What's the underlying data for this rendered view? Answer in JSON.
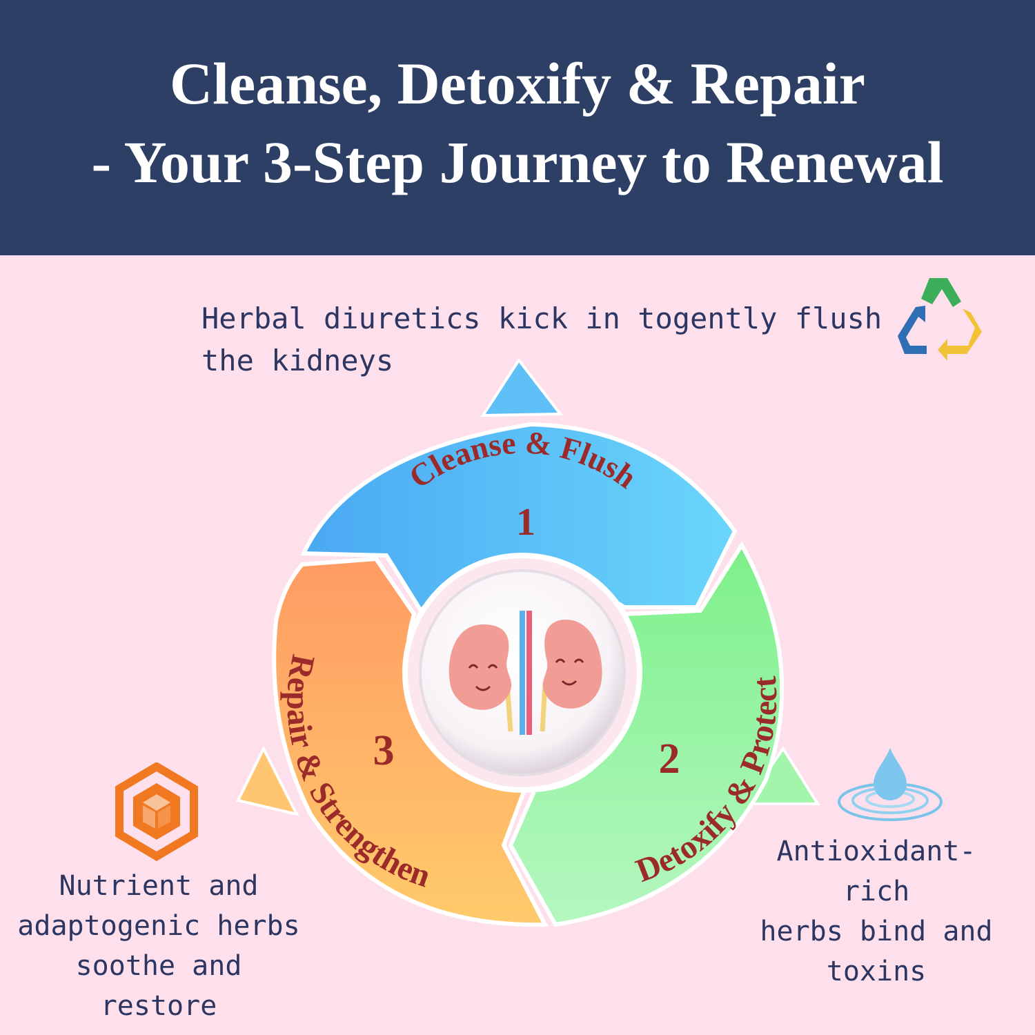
{
  "header": {
    "title_line1": "Cleanse, Detoxify & Repair",
    "title_line2": "- Your 3-Step Journey to Renewal"
  },
  "captions": {
    "top": "Herbal diuretics kick in togently flush the kidneys",
    "left": [
      "Nutrient and",
      "adaptogenic herbs",
      "soothe and restore"
    ],
    "right": [
      "Antioxidant-rich",
      "herbs bind and",
      "toxins"
    ]
  },
  "steps": [
    {
      "number": "1",
      "label": "Cleanse & Flush"
    },
    {
      "number": "2",
      "label": "Detoxify & Protect"
    },
    {
      "number": "3",
      "label": "Repair & Strengthen"
    }
  ],
  "colors": {
    "header_bg": "#2e3f66",
    "page_bg": "#fde0ec",
    "step1": "#4fb3f5",
    "step2": "#8ef59a",
    "step3": "#ffa76a",
    "step_text": "#9b2a2a"
  },
  "icons": [
    "recycle-icon",
    "water-drop-icon",
    "hexagon-cube-icon",
    "kidneys-icon"
  ]
}
